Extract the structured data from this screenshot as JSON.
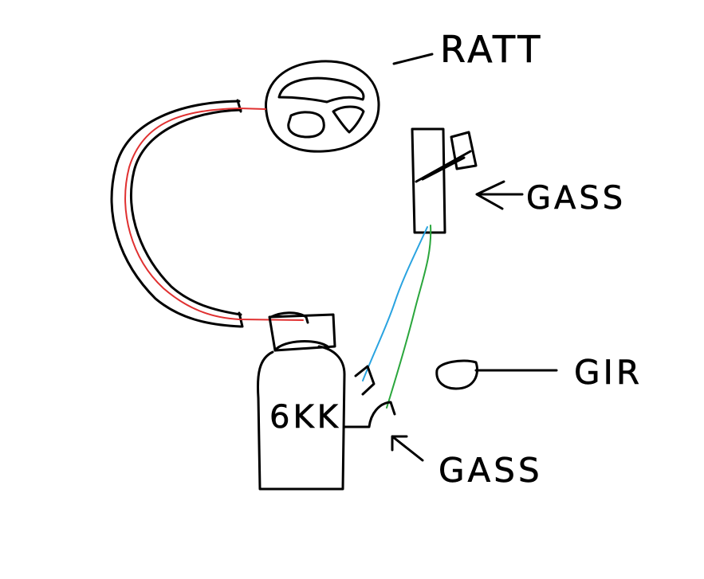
{
  "labels": {
    "wheel": "RATT",
    "pedal": "GASS",
    "lever": "GIR",
    "valve": "GASS",
    "tank": "6KK"
  },
  "colors": {
    "ink": "#000000",
    "hose_red": "#e03030",
    "hose_blue": "#29a3e0",
    "hose_green": "#2aa63c",
    "background": "#ffffff"
  }
}
